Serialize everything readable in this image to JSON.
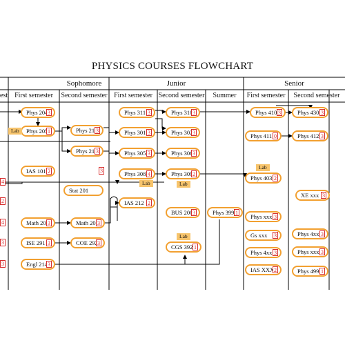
{
  "title": "PHYSICS COURSES FLOWCHART",
  "years": [
    "Sophomore",
    "Junior",
    "Senior"
  ],
  "semesters": [
    "ester",
    "First semester",
    "Second semester",
    "First semester",
    "Second semester",
    "Summer",
    "First semester",
    "Second semester"
  ],
  "lab_label": "Lab",
  "courses": [
    {
      "label": "Phys 204",
      "credits": "3"
    },
    {
      "label": "Phys 205",
      "credits": "1"
    },
    {
      "label": "Phys 213",
      "credits": "3"
    },
    {
      "label": "Phys 210",
      "credits": "3"
    },
    {
      "label": "IAS 101",
      "credits": "2"
    },
    {
      "label": "Stat 201",
      "credits": ""
    },
    {
      "label": "Math 201",
      "credits": "3"
    },
    {
      "label": "Math 208",
      "credits": "3"
    },
    {
      "label": "ISE 291",
      "credits": "3"
    },
    {
      "label": "COE 292",
      "credits": "3"
    },
    {
      "label": "Engl 214",
      "credits": "3"
    },
    {
      "label": "Phys 311",
      "credits": "3"
    },
    {
      "label": "Phys 301",
      "credits": "3"
    },
    {
      "label": "Phys 305",
      "credits": "3"
    },
    {
      "label": "Phys 308",
      "credits": "4"
    },
    {
      "label": "IAS 212",
      "credits": "2"
    },
    {
      "label": "Phys 310",
      "credits": "3"
    },
    {
      "label": "Phys 302",
      "credits": "3"
    },
    {
      "label": "Phys 306",
      "credits": "3"
    },
    {
      "label": "Phys 309",
      "credits": "2"
    },
    {
      "label": "BUS 200",
      "credits": "3"
    },
    {
      "label": "CGS 392",
      "credits": "1"
    },
    {
      "label": "Phys 399",
      "credits": "1"
    },
    {
      "label": "Phys 410",
      "credits": "3"
    },
    {
      "label": "Phys 411",
      "credits": "0"
    },
    {
      "label": "Phys 403",
      "credits": "2"
    },
    {
      "label": "Phys xxx",
      "credits": "3"
    },
    {
      "label": "Gs xxx",
      "credits": "3"
    },
    {
      "label": "Phys 4xx",
      "credits": "3"
    },
    {
      "label": "IAS XXX",
      "credits": "2"
    },
    {
      "label": "Phys 430",
      "credits": "3"
    },
    {
      "label": "Phys 412",
      "credits": "3"
    },
    {
      "label": "XE xxx",
      "credits": "3"
    },
    {
      "label": "Phys 4xx",
      "credits": "3"
    },
    {
      "label": "Phys xxx",
      "credits": "3"
    },
    {
      "label": "Phys 499",
      "credits": "1"
    }
  ],
  "standalone_credit": "3",
  "left_edge_credits": [
    "4",
    "2",
    "4",
    "3",
    "3"
  ],
  "colors": {
    "course_border": "#f2a030",
    "credit_box": "#d83030",
    "lab_fill": "#f7c46c",
    "lines": "#000000"
  }
}
